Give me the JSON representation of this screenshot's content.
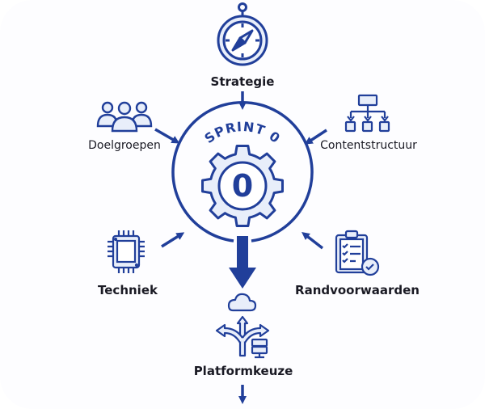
{
  "diagram": {
    "title": "SPRINT 0",
    "center_number": "0",
    "accent_color": "#213f9a",
    "fill_color": "#e8eefa",
    "text_color": "#1a1a24",
    "nodes": [
      {
        "id": "strategie",
        "label": "Strategie",
        "icon": "compass-icon",
        "flow": "into-center"
      },
      {
        "id": "doelgroepen",
        "label": "Doelgroepen",
        "icon": "users-group-icon",
        "flow": "into-center"
      },
      {
        "id": "contentstructuur",
        "label": "Contentstructuur",
        "icon": "sitemap-icon",
        "flow": "into-center"
      },
      {
        "id": "techniek",
        "label": "Techniek",
        "icon": "chip-icon",
        "flow": "into-center"
      },
      {
        "id": "randvoorwaarden",
        "label": "Randvoorwaarden",
        "icon": "clipboard-check-icon",
        "flow": "into-center"
      },
      {
        "id": "platformkeuze",
        "label": "Platformkeuze",
        "icon": "cloud-branch-server-icon",
        "flow": "out-of-center"
      }
    ]
  }
}
